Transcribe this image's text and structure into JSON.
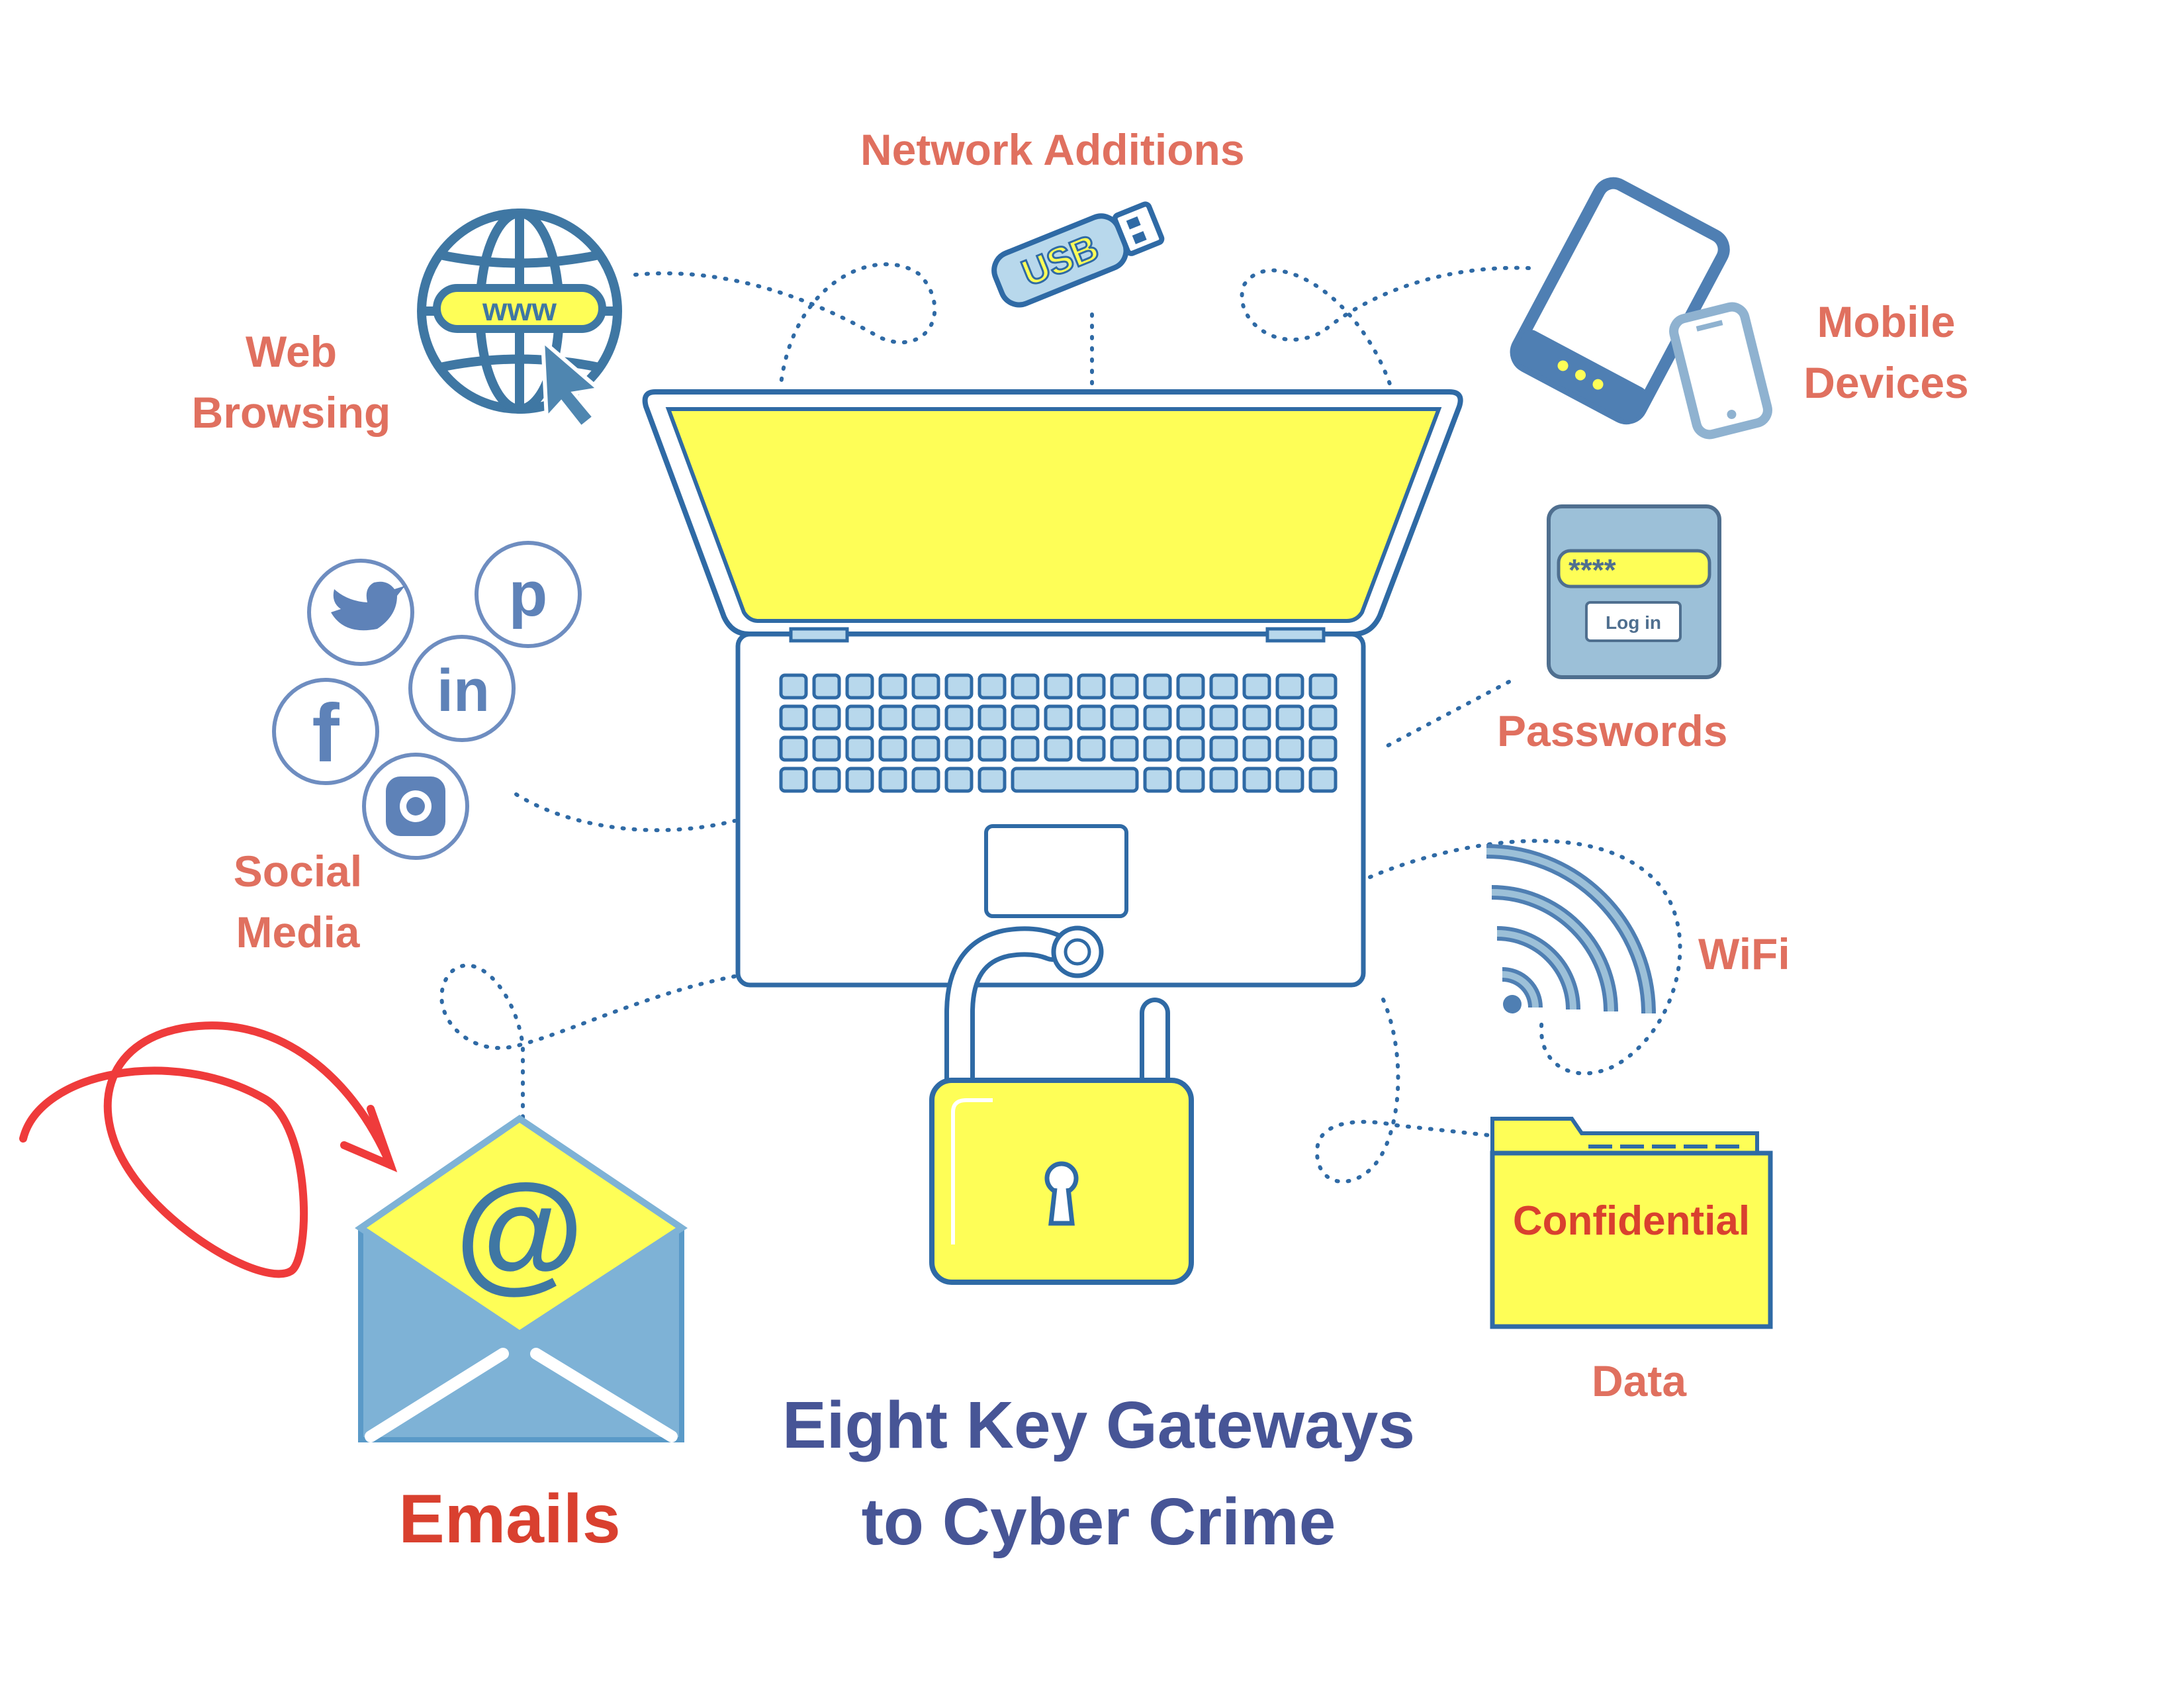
{
  "title": {
    "line1": "Eight Key Gateways",
    "line2": "to Cyber Crime"
  },
  "gateways": {
    "network": "Network Additions",
    "web": {
      "line1": "Web",
      "line2": "Browsing"
    },
    "mobile": {
      "line1": "Mobile",
      "line2": "Devices"
    },
    "passwords": "Passwords",
    "social": {
      "line1": "Social",
      "line2": "Media"
    },
    "wifi": "WiFi",
    "data": "Data",
    "emails": "Emails"
  },
  "icon_text": {
    "usb": "USB",
    "www": "www",
    "password_mask": "****",
    "login_button": "Log in",
    "folder_label": "Confidential",
    "at_symbol": "@"
  },
  "icons": [
    "globe-icon",
    "usb-icon",
    "tablet-icon",
    "phone-icon",
    "password-panel-icon",
    "twitter-icon",
    "pinterest-icon",
    "linkedin-icon",
    "facebook-icon",
    "instagram-icon",
    "laptop-icon",
    "padlock-icon",
    "wifi-icon",
    "folder-icon",
    "envelope-icon",
    "arrow-icon"
  ],
  "colors": {
    "label": "#e0705f",
    "emails_label": "#d9402f",
    "title": "#475596",
    "outline": "#2f6aa5",
    "icon_blue": "#4f7fb3",
    "light_blue": "#b8d8ec",
    "yellow": "#fefe57",
    "arrow": "#ef3b3b"
  }
}
